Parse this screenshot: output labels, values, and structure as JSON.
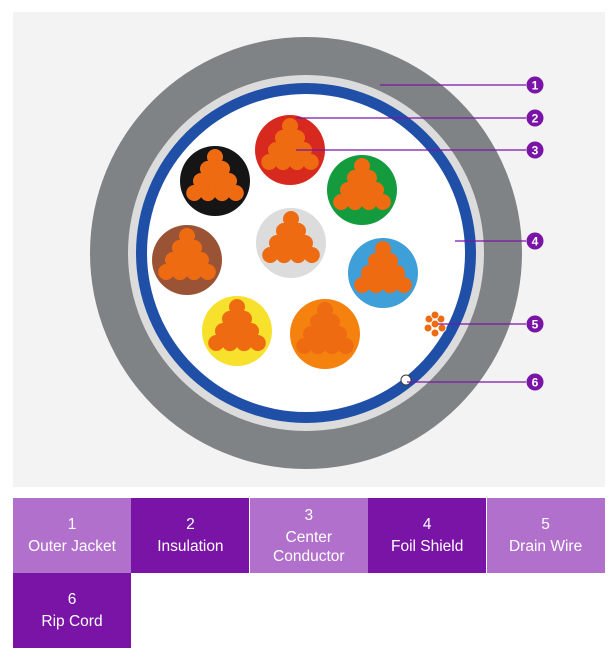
{
  "colors": {
    "background_panel": "#f3f3f3",
    "outer_jacket": "#808385",
    "inner_jacket_ring": "#dcdcdc",
    "foil_shield": "#1f4fa6",
    "marker": "#7a14a6",
    "legend_light": "#b070cc",
    "legend_dark": "#7a14a6",
    "strand": "#ee6b12"
  },
  "conductors": [
    {
      "color": "#d8291e"
    },
    {
      "color": "#151515"
    },
    {
      "color": "#139b3e"
    },
    {
      "color": "#9a5435"
    },
    {
      "color": "#dcdcdc"
    },
    {
      "color": "#3f9fd8"
    },
    {
      "color": "#f7e12c"
    },
    {
      "color": "#f5820e"
    }
  ],
  "markers": [
    "1",
    "2",
    "3",
    "4",
    "5",
    "6"
  ],
  "legend": [
    {
      "number": "1",
      "label": "Outer Jacket",
      "shade": "light"
    },
    {
      "number": "2",
      "label": "Insulation",
      "shade": "dark"
    },
    {
      "number": "3",
      "label": "Center\nConductor",
      "shade": "light"
    },
    {
      "number": "4",
      "label": "Foil Shield",
      "shade": "dark"
    },
    {
      "number": "5",
      "label": "Drain Wire",
      "shade": "light"
    },
    {
      "number": "6",
      "label": "Rip Cord",
      "shade": "dark"
    }
  ]
}
